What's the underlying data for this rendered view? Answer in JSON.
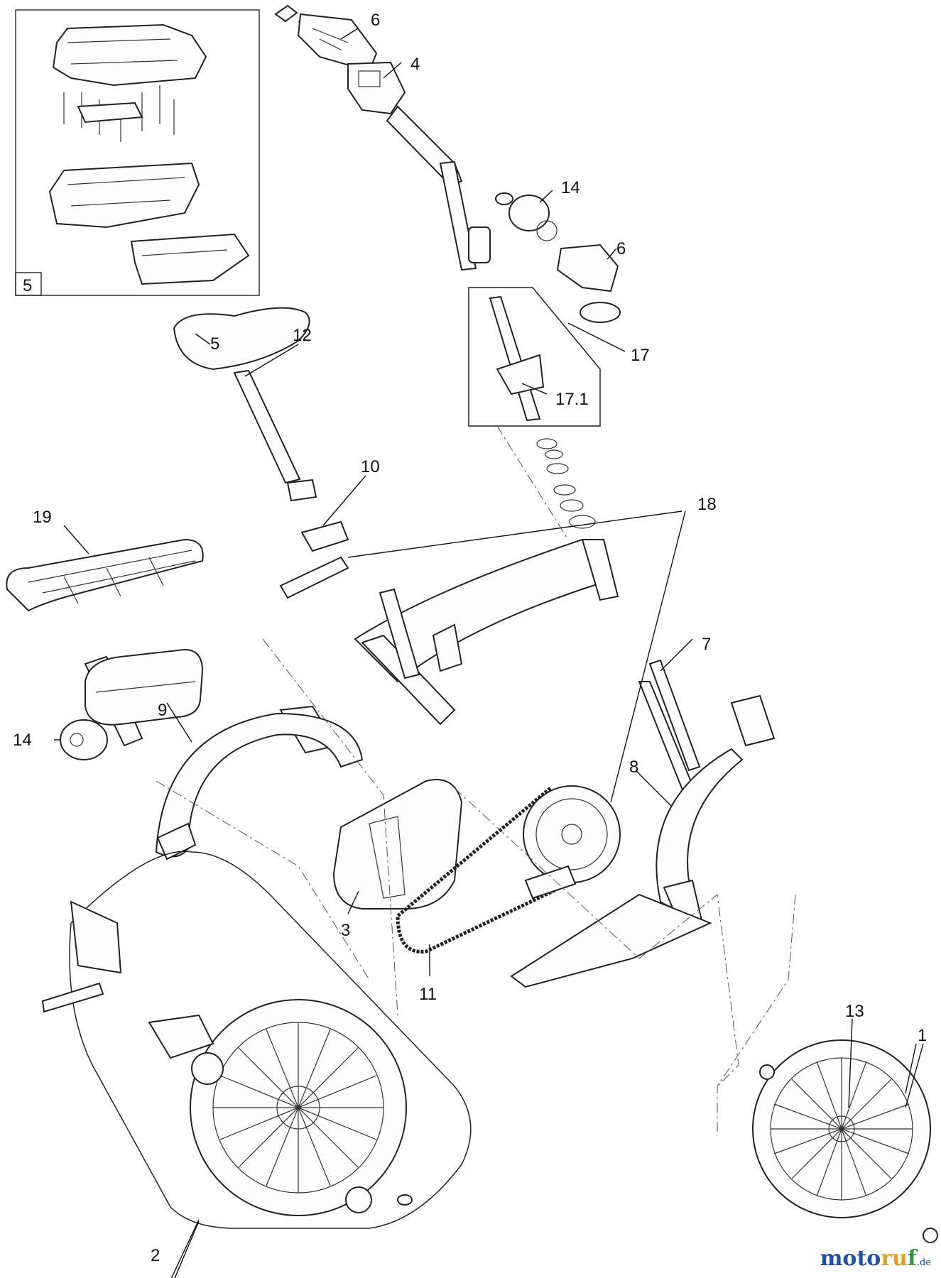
{
  "callouts": {
    "c1": "1",
    "c2": "2",
    "c3": "3",
    "c4": "4",
    "c5_inset": "5",
    "c5": "5",
    "c6_top": "6",
    "c6_right": "6",
    "c7": "7",
    "c8": "8",
    "c9": "9",
    "c10": "10",
    "c11": "11",
    "c12": "12",
    "c13": "13",
    "c14_top": "14",
    "c14_left": "14",
    "c17": "17",
    "c17_1": "17.1",
    "c18": "18",
    "c19": "19"
  },
  "watermark": {
    "a": "moto",
    "b": "ru",
    "c": "f",
    "suffix": ".de"
  },
  "colors": {
    "line": "#222222",
    "background": "#ffffff",
    "watermark_blue": "#1f4fa6"
  }
}
